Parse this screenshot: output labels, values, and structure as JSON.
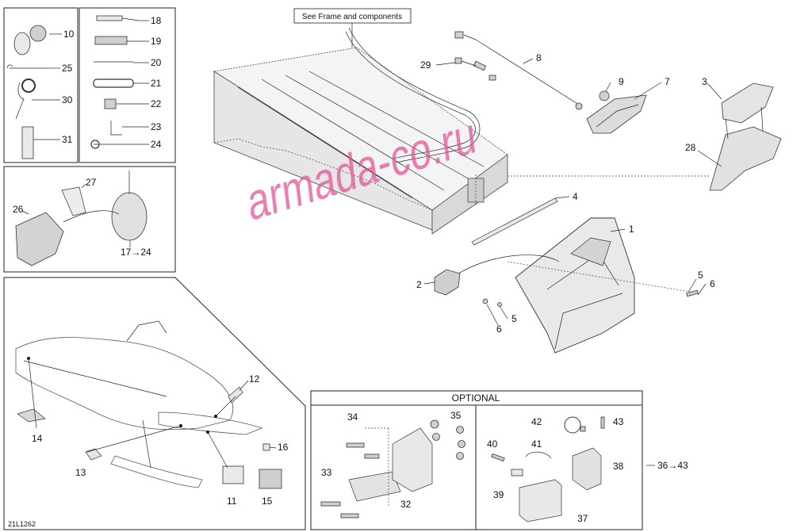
{
  "callout_frame": "See Frame and components",
  "optional_title": "OPTIONAL",
  "diagram_id": "21L1262",
  "watermark": "armada-co.ru",
  "labels": {
    "l1": "1",
    "l2": "2",
    "l3": "3",
    "l4": "4",
    "l5a": "5",
    "l5b": "5",
    "l6a": "6",
    "l6b": "6",
    "l7": "7",
    "l8": "8",
    "l9": "9",
    "l10": "10",
    "l11": "11",
    "l12": "12",
    "l13": "13",
    "l14": "14",
    "l15": "15",
    "l16": "16",
    "l17_24": "17→24",
    "l18": "18",
    "l19": "19",
    "l20": "20",
    "l21": "21",
    "l22": "22",
    "l23": "23",
    "l24": "24",
    "l25": "25",
    "l26": "26",
    "l27": "27",
    "l28": "28",
    "l29": "29",
    "l30": "30",
    "l31": "31",
    "l32": "32",
    "l33": "33",
    "l34": "34",
    "l35": "35",
    "l36_43": "36→43",
    "l37": "37",
    "l38": "38",
    "l39": "39",
    "l40": "40",
    "l41": "41",
    "l42": "42",
    "l43": "43"
  }
}
